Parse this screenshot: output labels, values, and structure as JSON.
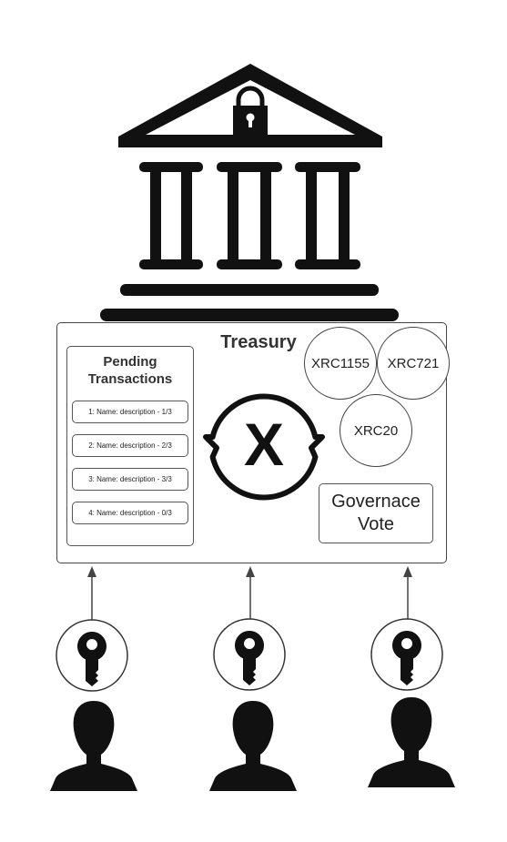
{
  "treasury": {
    "title": "Treasury"
  },
  "pending": {
    "title_line1": "Pending",
    "title_line2": "Transactions",
    "items": [
      "1: Name: description - 1/3",
      "2: Name: description - 2/3",
      "3: Name: description - 3/3",
      "4: Name: description - 0/3"
    ]
  },
  "tokens": {
    "xrc1155": "XRC1155",
    "xrc721": "XRC721",
    "xrc20": "XRC20"
  },
  "governance": {
    "line1": "Governace",
    "line2": "Vote"
  },
  "logo": {
    "letter": "X"
  },
  "icons": {
    "bank": "bank-building-icon",
    "lock": "padlock-icon",
    "key": "key-icon",
    "person": "person-silhouette-icon"
  }
}
